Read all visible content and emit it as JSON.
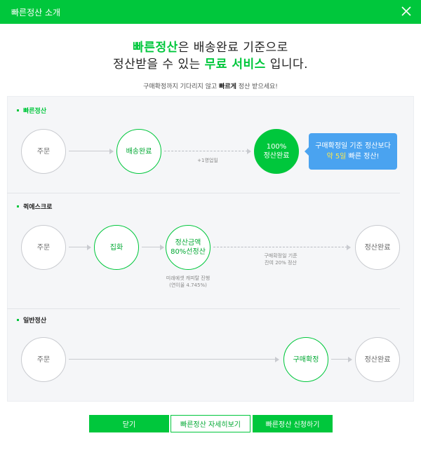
{
  "header": {
    "title": "빠른정산 소개",
    "close_icon": "close-icon"
  },
  "hero": {
    "line1_accent": "빠른정산",
    "line1_rest": "은 배송완료 기준으로",
    "line2_pre": "정산받을 수 있는 ",
    "line2_accent": "무료 서비스",
    "line2_post": " 입니다.",
    "sub_pre": "구매확정까지 기다리지 않고 ",
    "sub_bold": "빠르게",
    "sub_post": " 정산 받으세요!"
  },
  "sections": {
    "fast": {
      "label": "빠른정산",
      "order": "주문",
      "delivered": "배송완료",
      "business_day": "+1영업일",
      "done_line1": "100%",
      "done_line2": "정산완료",
      "bubble_line1": "구매확정일 기준 정산보다",
      "bubble_hl": "약 5일",
      "bubble_rest": " 빠른 정산!"
    },
    "quick": {
      "label": "퀵에스크로",
      "order": "주문",
      "pickup": "집화",
      "adv_line1": "정산금액",
      "adv_line2": "80%선정산",
      "adv_note_line1": "미래에셋 캐피탈 진행",
      "adv_note_line2": "(연이율 4.745%)",
      "rest_note_line1": "구매확정일 기준",
      "rest_note_line2": "잔여 20% 정산",
      "done": "정산완료"
    },
    "normal": {
      "label": "일반정산",
      "order": "주문",
      "confirm": "구매확정",
      "done": "정산완료"
    }
  },
  "buttons": {
    "close": "닫기",
    "detail": "빠른정산 자세히보기",
    "apply": "빠른정산 신청하기"
  },
  "colors": {
    "accent": "#00c73c",
    "bubble": "#4aa3f0",
    "highlight": "#ffe94a"
  }
}
